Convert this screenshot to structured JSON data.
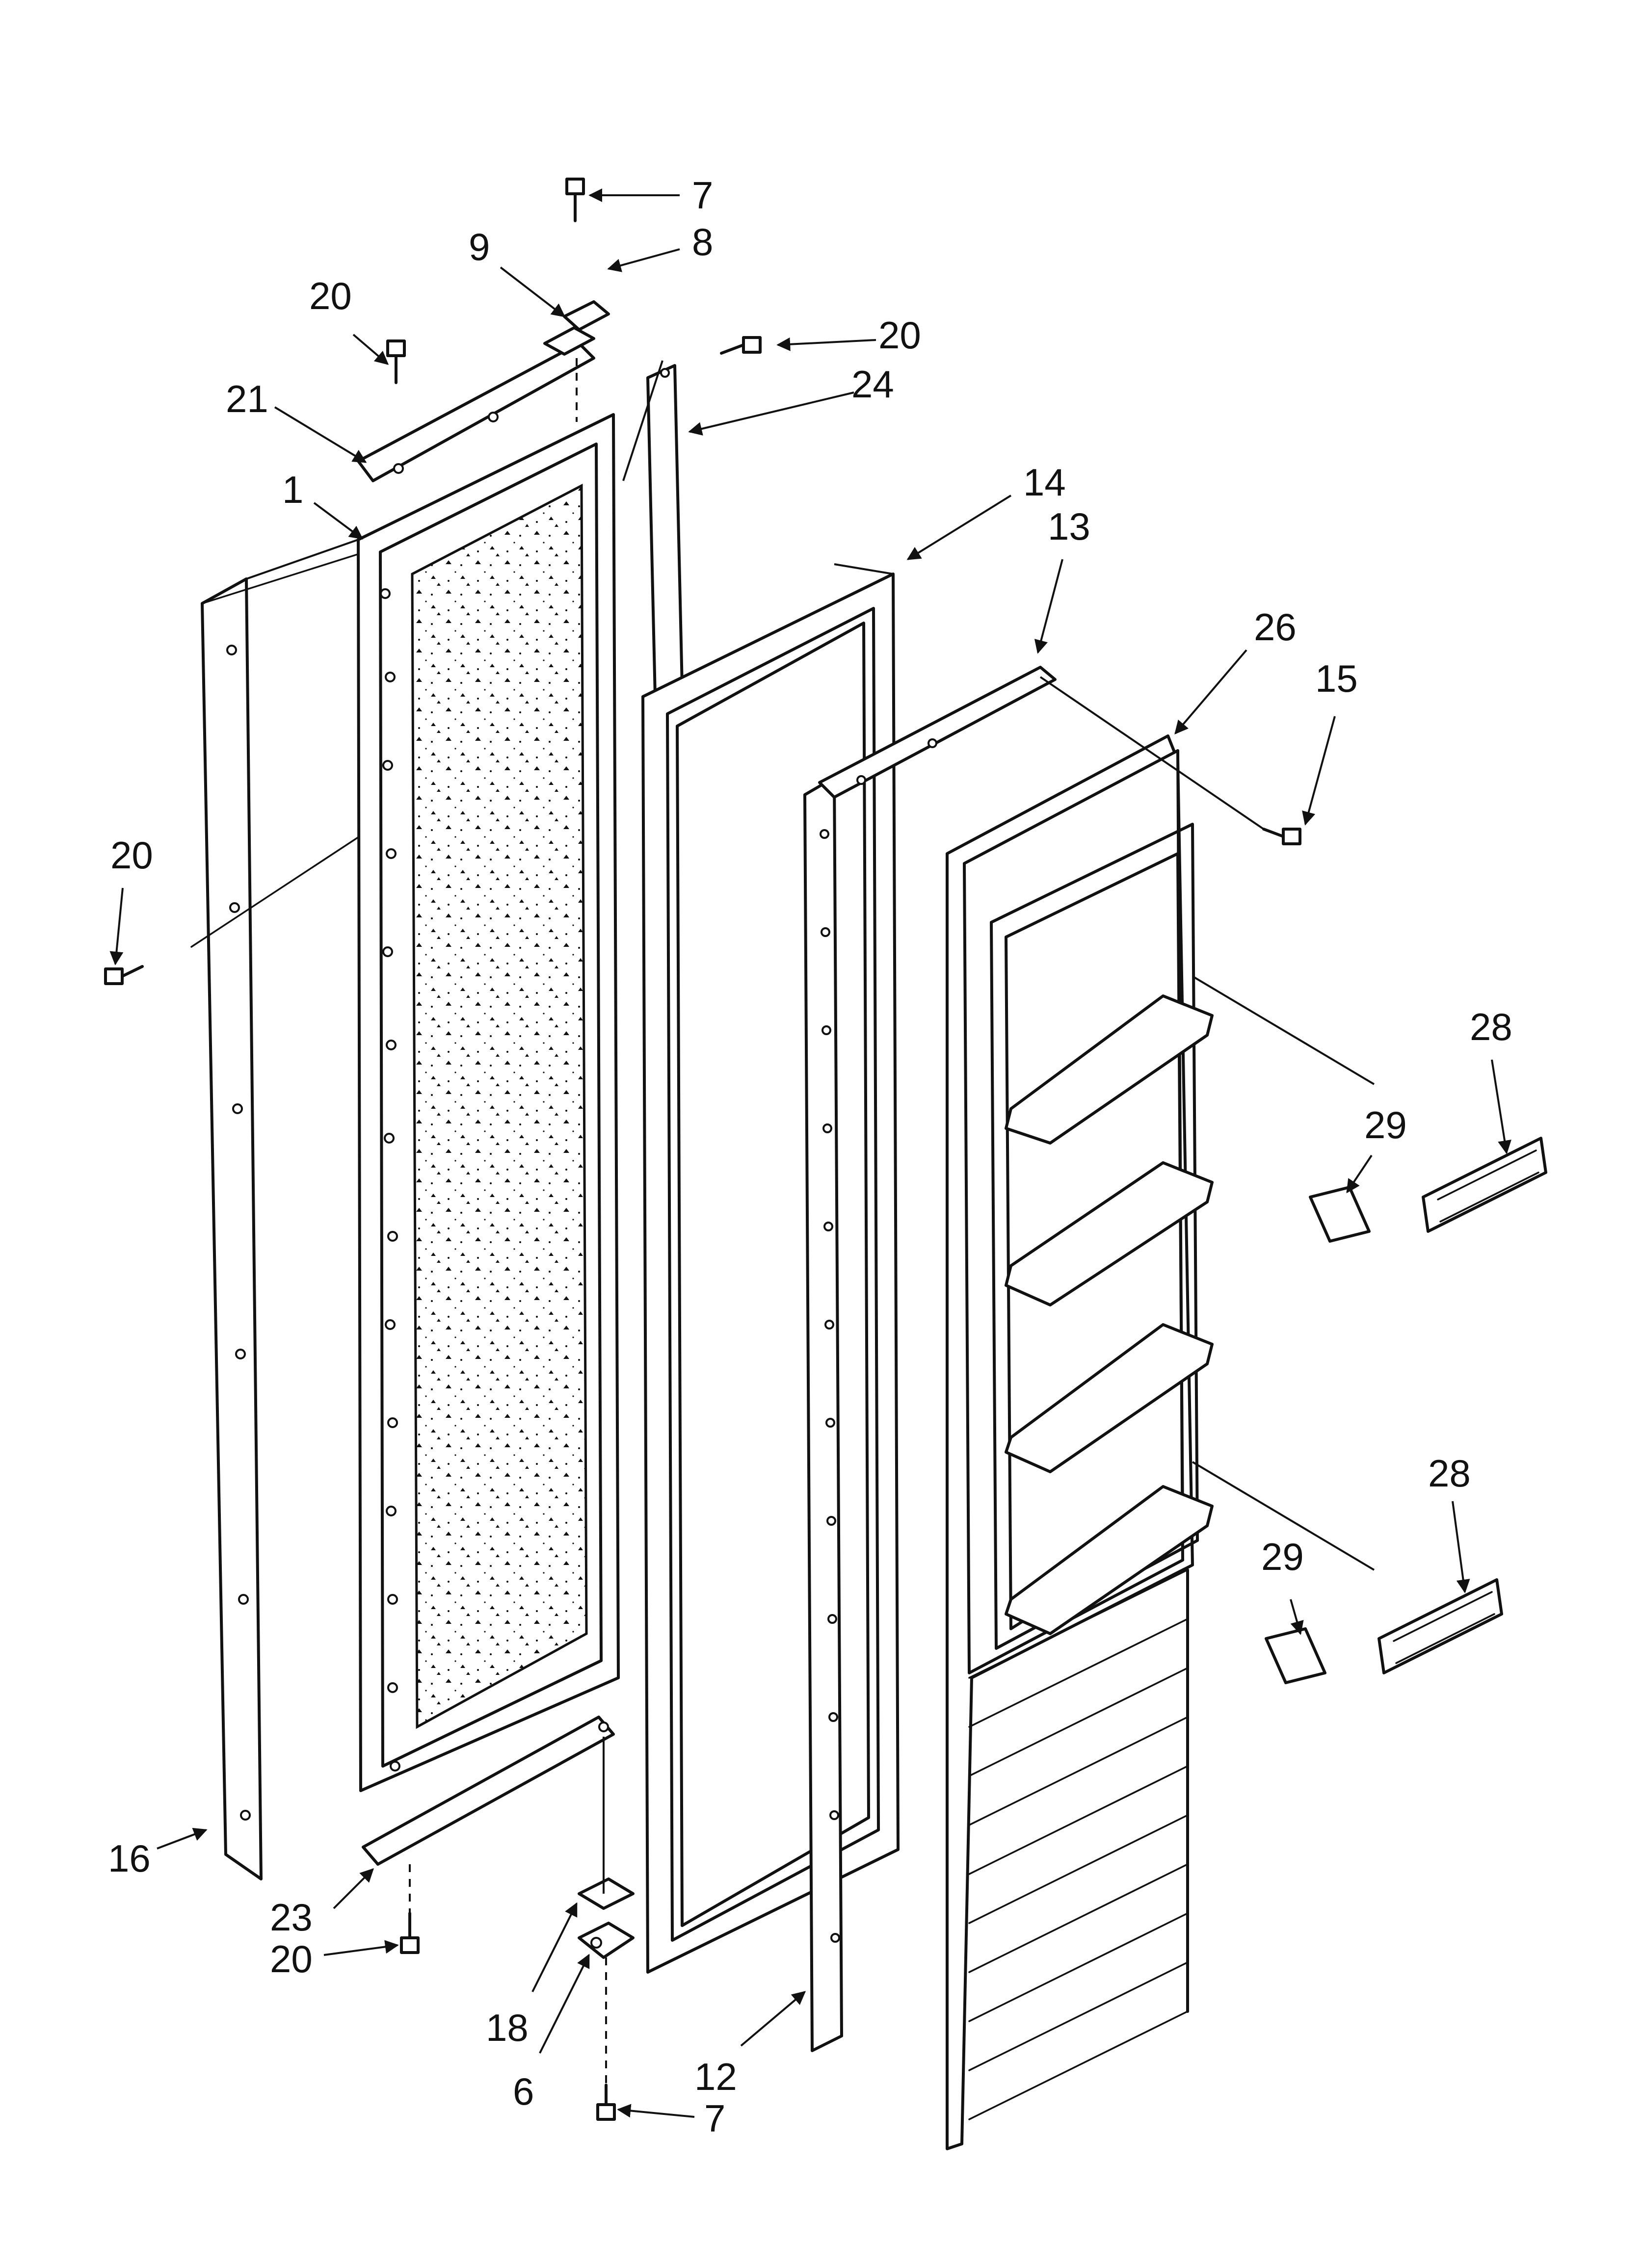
{
  "diagram": {
    "callouts": [
      {
        "id": "c7a",
        "text": "7"
      },
      {
        "id": "c8",
        "text": "8"
      },
      {
        "id": "c9",
        "text": "9"
      },
      {
        "id": "c20a",
        "text": "20"
      },
      {
        "id": "c20b",
        "text": "20"
      },
      {
        "id": "c21",
        "text": "21"
      },
      {
        "id": "c24",
        "text": "24"
      },
      {
        "id": "c1",
        "text": "1"
      },
      {
        "id": "c14",
        "text": "14"
      },
      {
        "id": "c13",
        "text": "13"
      },
      {
        "id": "c26",
        "text": "26"
      },
      {
        "id": "c15",
        "text": "15"
      },
      {
        "id": "c20c",
        "text": "20"
      },
      {
        "id": "c28a",
        "text": "28"
      },
      {
        "id": "c29a",
        "text": "29"
      },
      {
        "id": "c28b",
        "text": "28"
      },
      {
        "id": "c29b",
        "text": "29"
      },
      {
        "id": "c16",
        "text": "16"
      },
      {
        "id": "c23",
        "text": "23"
      },
      {
        "id": "c20d",
        "text": "20"
      },
      {
        "id": "c18",
        "text": "18"
      },
      {
        "id": "c6",
        "text": "6"
      },
      {
        "id": "c12",
        "text": "12"
      },
      {
        "id": "c7b",
        "text": "7"
      }
    ]
  }
}
